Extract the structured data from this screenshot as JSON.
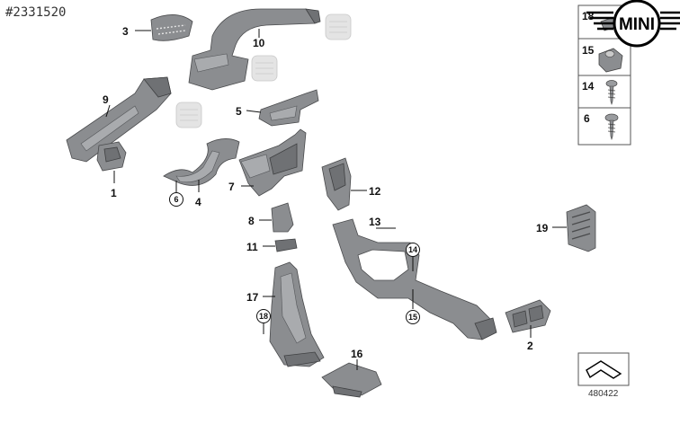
{
  "header": {
    "doc_id": "#2331520"
  },
  "brand": {
    "logo_text": "MINI",
    "logo_color": "#000000"
  },
  "callouts": {
    "c1": "1",
    "c2": "2",
    "c3": "3",
    "c4": "4",
    "c5": "5",
    "c7": "7",
    "c8": "8",
    "c9": "9",
    "c10": "10",
    "c11": "11",
    "c12": "12",
    "c13": "13",
    "c16": "16",
    "c17": "17",
    "c19": "19",
    "circled_6": "6",
    "circled_14": "14",
    "circled_15": "15",
    "circled_18": "18"
  },
  "fastener_table": {
    "rows": [
      {
        "label": "18",
        "icon": "clip-nut-icon"
      },
      {
        "label": "15",
        "icon": "square-nut-icon"
      },
      {
        "label": "14",
        "icon": "screw-icon"
      },
      {
        "label": "6",
        "icon": "screw-icon"
      }
    ]
  },
  "footer": {
    "code": "480422"
  },
  "colors": {
    "part_fill": "#8b8d90",
    "part_stroke": "#4a4b4d",
    "ghost_fill": "#e4e4e4"
  }
}
